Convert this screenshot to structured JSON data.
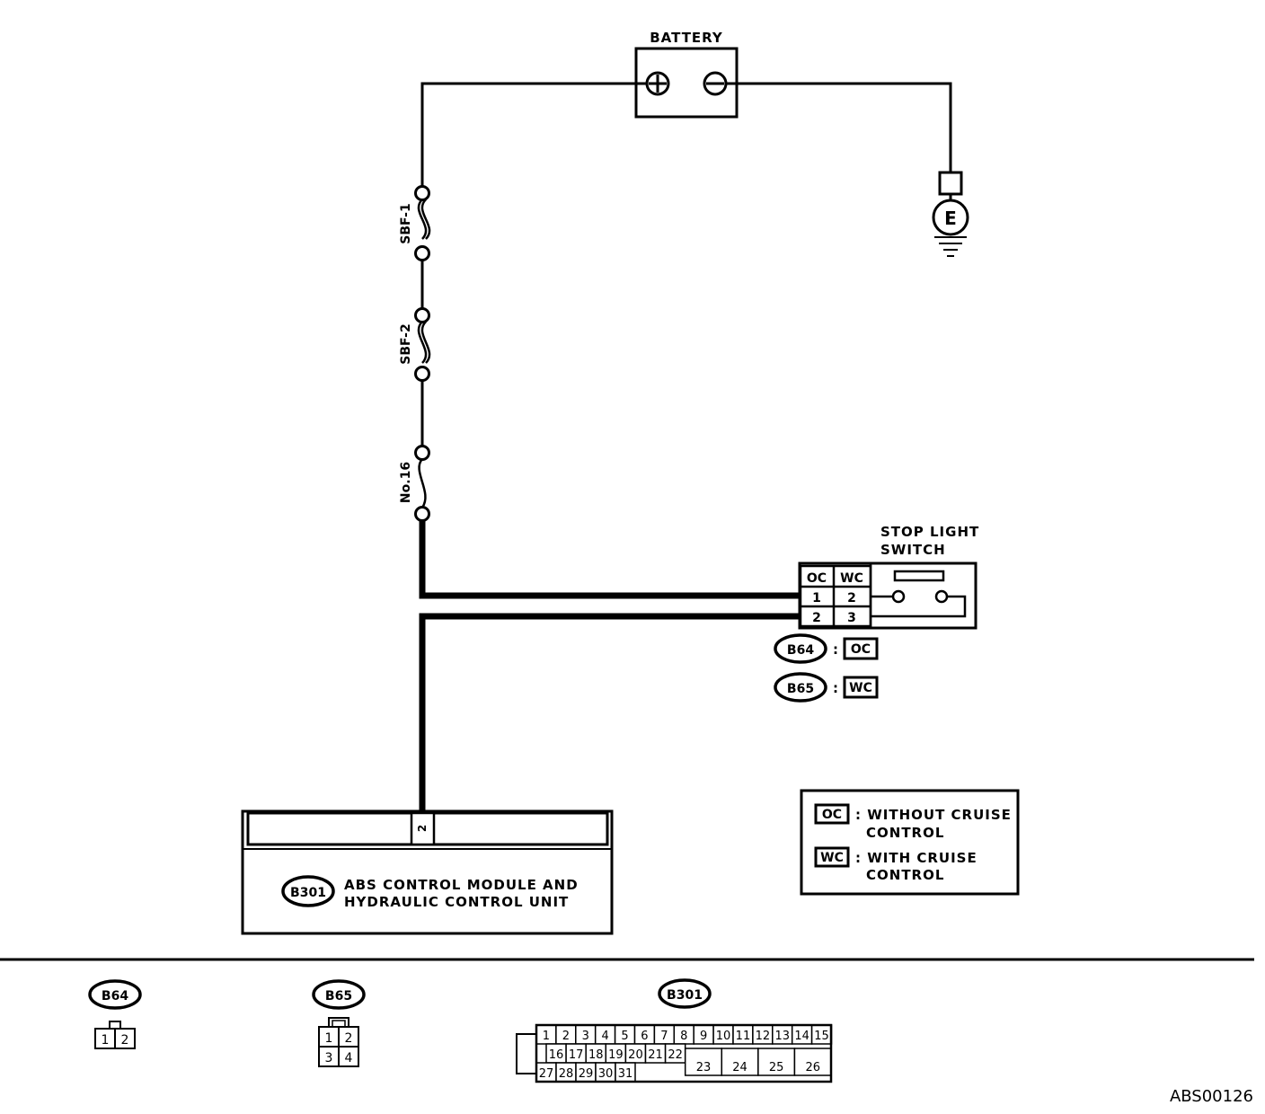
{
  "battery": {
    "label": "BATTERY",
    "positive_symbol": "+",
    "negative_symbol": "−"
  },
  "ground": {
    "label": "E"
  },
  "fuses": [
    {
      "label": "SBF-1"
    },
    {
      "label": "SBF-2"
    },
    {
      "label": "No.16"
    }
  ],
  "stop_light_switch": {
    "title_line1": "STOP  LIGHT",
    "title_line2": "SWITCH",
    "header_oc": "OC",
    "header_wc": "WC",
    "row1_oc": "1",
    "row1_wc": "2",
    "row2_oc": "2",
    "row2_wc": "3"
  },
  "switch_connectors": [
    {
      "code": "B64",
      "separator": ":",
      "variant": "OC"
    },
    {
      "code": "B65",
      "separator": ":",
      "variant": "WC"
    }
  ],
  "legend": {
    "oc_tag": "OC",
    "oc_line1": ": WITHOUT  CRUISE",
    "oc_line2": "CONTROL",
    "wc_tag": "WC",
    "wc_line1": ": WITH  CRUISE",
    "wc_line2": "CONTROL"
  },
  "abs_module": {
    "connector": "B301",
    "pin": "2",
    "line1": "ABS  CONTROL  MODULE  AND",
    "line2": "HYDRAULIC  CONTROL  UNIT"
  },
  "connector_views": {
    "b64": {
      "code": "B64",
      "pins": [
        "1",
        "2"
      ]
    },
    "b65": {
      "code": "B65",
      "pins": [
        "1",
        "2",
        "3",
        "4"
      ]
    },
    "b301": {
      "code": "B301",
      "row1": [
        "1",
        "2",
        "3",
        "4",
        "5",
        "6",
        "7",
        "8",
        "9",
        "10",
        "11",
        "12",
        "13",
        "14",
        "15"
      ],
      "row2": [
        "16",
        "17",
        "18",
        "19",
        "20",
        "21",
        "22"
      ],
      "row2_large": [
        "23",
        "24",
        "25",
        "26"
      ],
      "row3": [
        "27",
        "28",
        "29",
        "30",
        "31"
      ]
    }
  },
  "figure_id": "ABS00126"
}
